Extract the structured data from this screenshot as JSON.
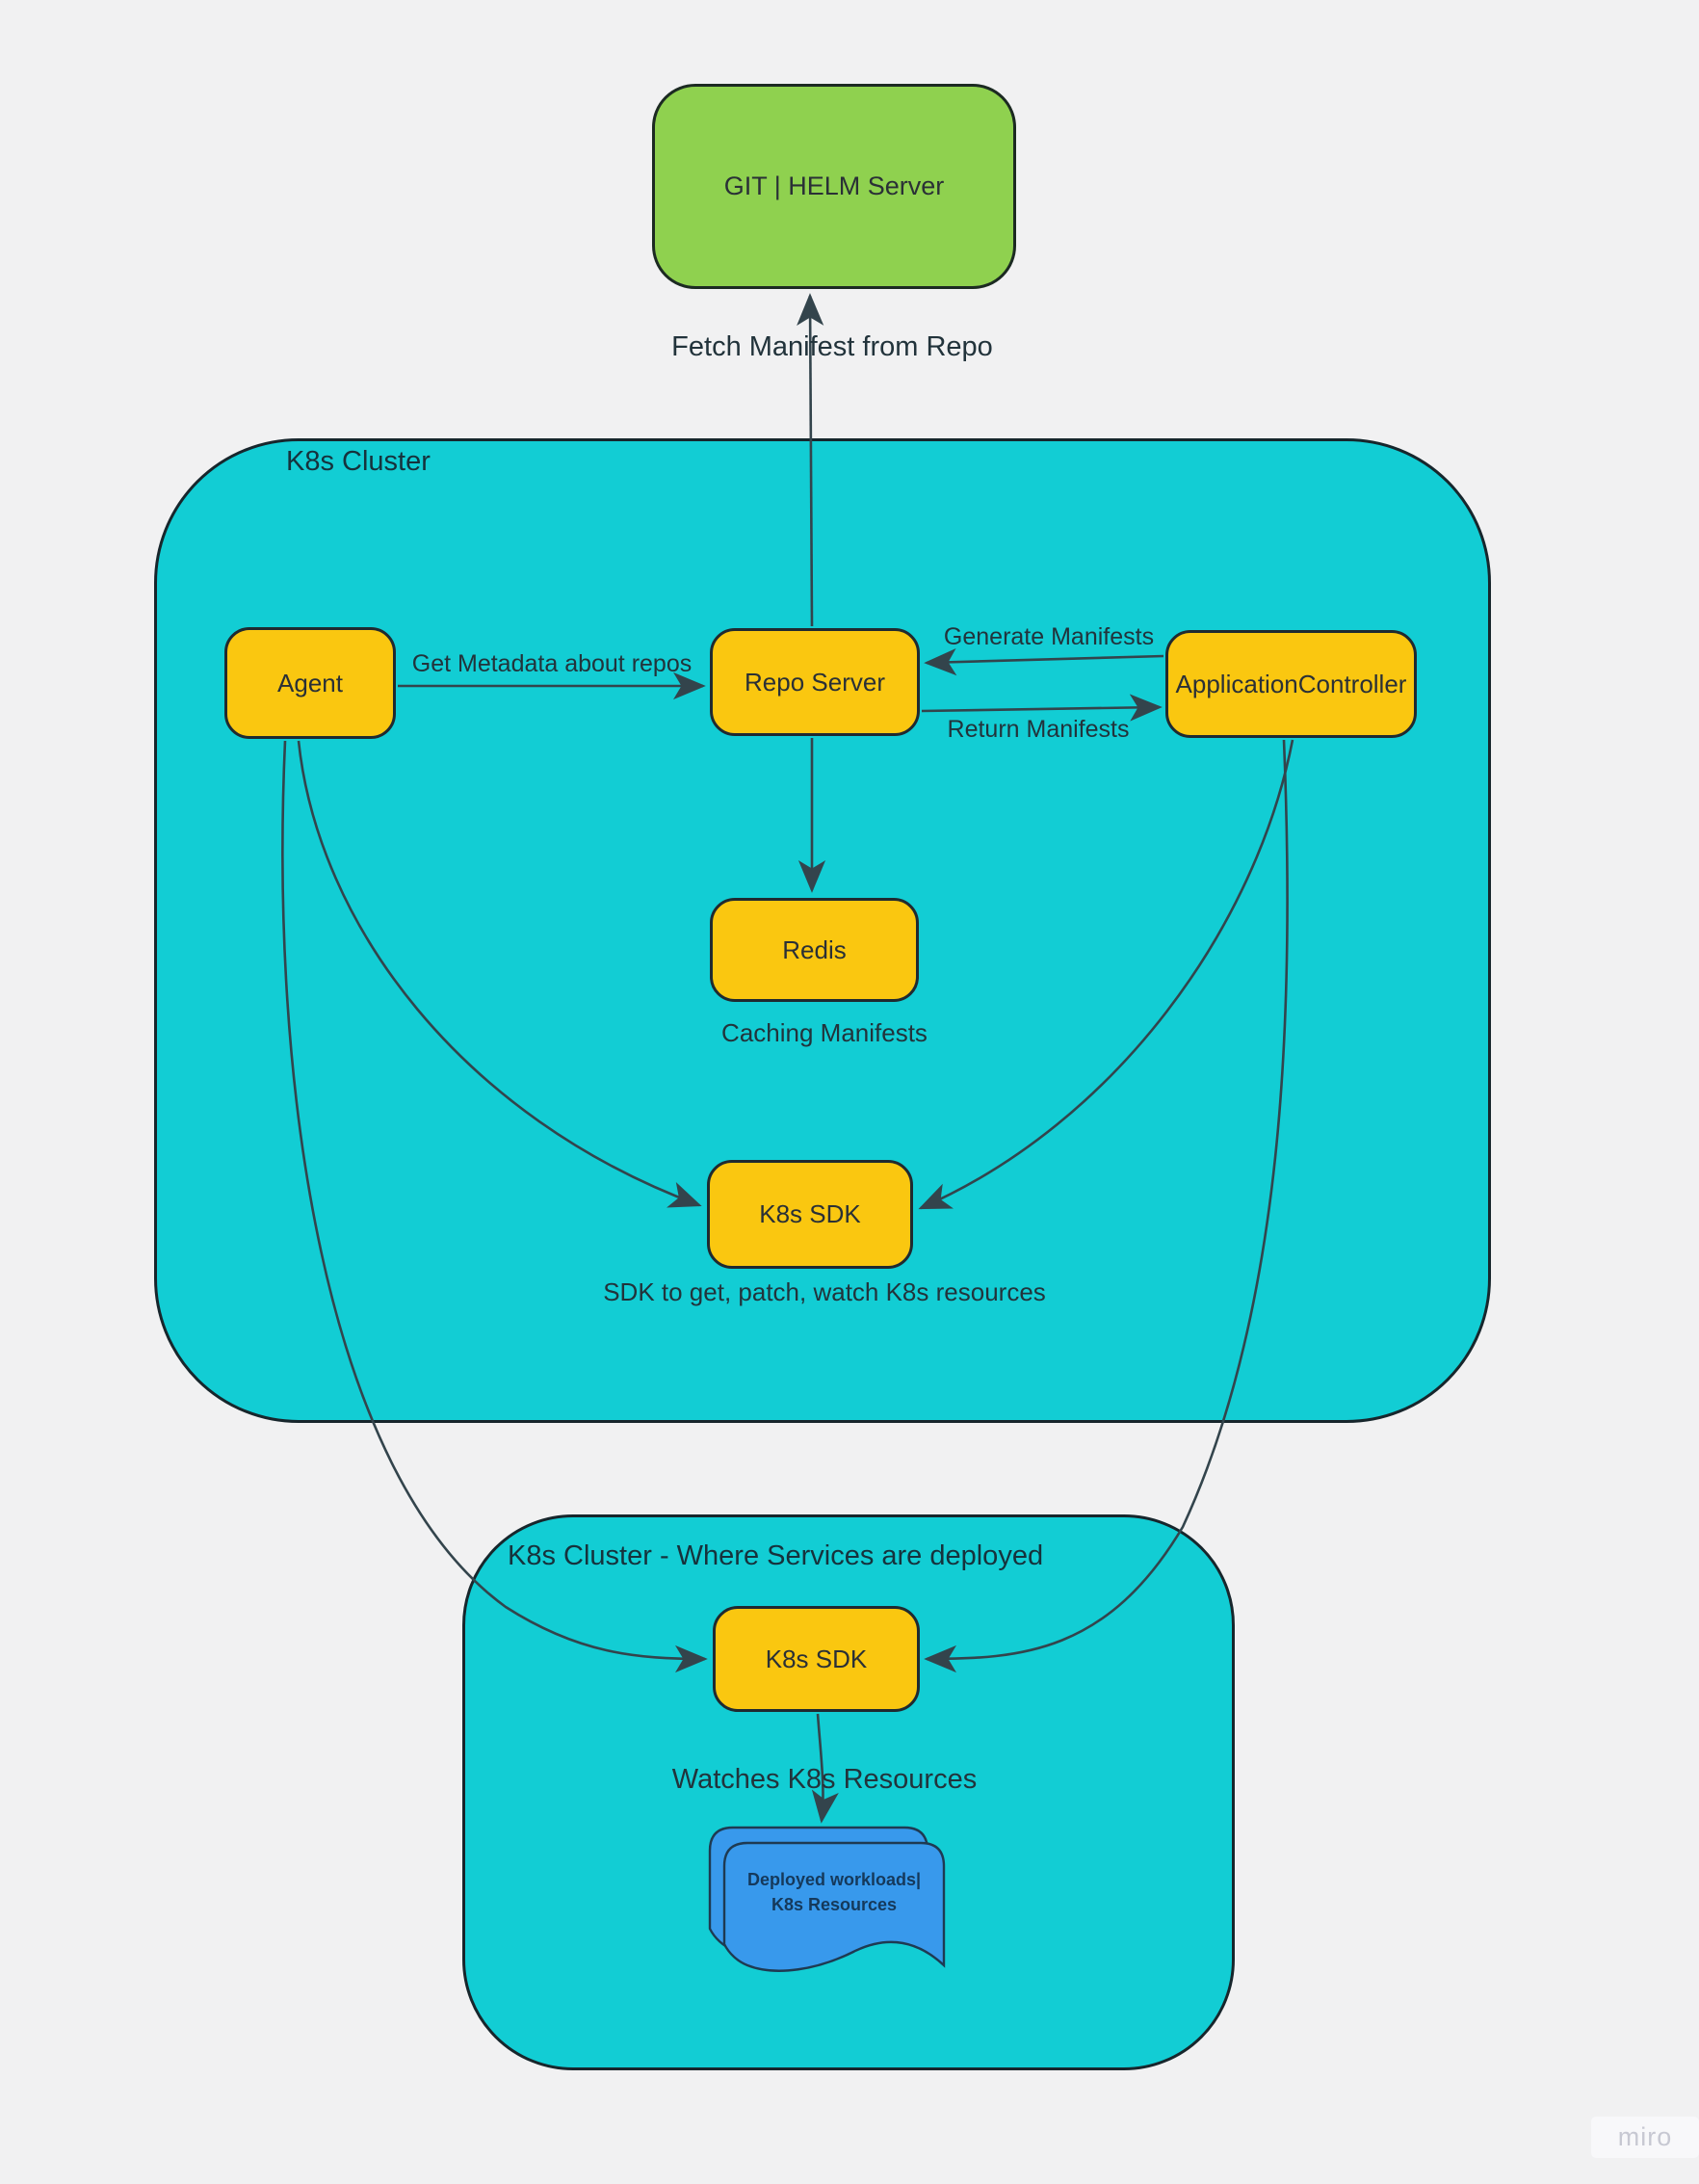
{
  "clusters": {
    "main": {
      "label": "K8s Cluster"
    },
    "deploy": {
      "label": "K8s Cluster - Where Services are deployed"
    }
  },
  "nodes": {
    "git_helm_server": {
      "label": "GIT | HELM Server"
    },
    "agent": {
      "label": "Agent"
    },
    "repo_server": {
      "label": "Repo Server"
    },
    "application_controller": {
      "label": "ApplicationController"
    },
    "redis": {
      "label": "Redis"
    },
    "k8s_sdk_main": {
      "label": "K8s SDK"
    },
    "k8s_sdk_deploy": {
      "label": "K8s SDK"
    },
    "deployed_workloads": {
      "line1": "Deployed workloads|",
      "line2": "K8s Resources"
    }
  },
  "edge_labels": {
    "fetch_manifest": "Fetch Manifest from Repo",
    "get_metadata": "Get Metadata about repos",
    "generate": "Generate Manifests",
    "return": "Return Manifests",
    "caching": "Caching Manifests",
    "sdk_note": "SDK to get, patch, watch K8s resources",
    "watches": "Watches K8s Resources"
  },
  "watermark": {
    "label": "miro"
  },
  "colors": {
    "bg": "#F1F1F2",
    "teal": "#12CDD4",
    "yellow": "#FAC710",
    "green": "#8FD14F",
    "blue": "#3899EC",
    "ink": "#22333B",
    "stroke": "#33444C",
    "doc-ink": "#15395B",
    "doc-stroke": "#1E3A52",
    "watermark-ink": "#C7C8D2",
    "watermark-bg": "#F8F8FA"
  }
}
